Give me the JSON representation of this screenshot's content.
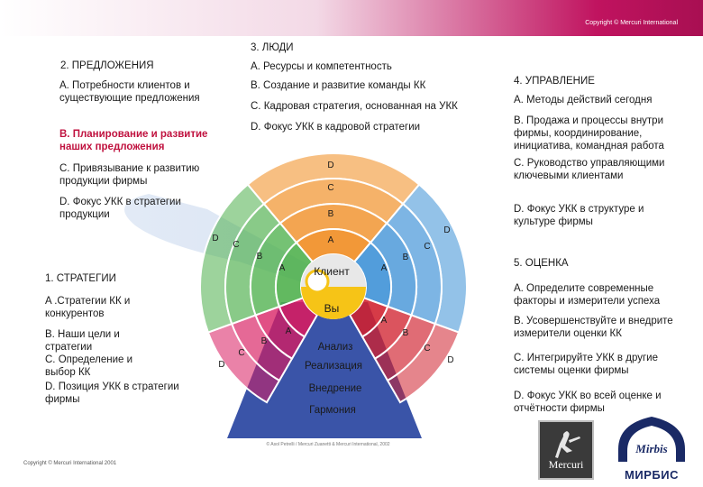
{
  "copyright_top": "Copyright © Mercuri International",
  "copyright_bottom": "Copyright © Mercuri International 2001",
  "footer_credit": "© Asol Petrelli / Mercuri Zuanetti & Mercuri International, 2002",
  "people": {
    "title": "3. ЛЮДИ",
    "a": "A. Ресурсы и компетентность",
    "b": "B. Создание и развитие команды КК",
    "c": "C. Кадровая стратегия, основанная на УКК",
    "d": "D. Фокус УКК в кадровой стратегии"
  },
  "offers": {
    "title": "2. ПРЕДЛОЖЕНИЯ",
    "a": "A. Потребности клиентов и существующие предложения",
    "b": "B. Планирование и развитие наших предложения",
    "c": "C. Привязывание к развитию продукции фирмы",
    "d": "D. Фокус УКК в стратегии продукции"
  },
  "strategy": {
    "title": "1. СТРАТЕГИИ",
    "a": "A .Стратегии КК и конкурентов",
    "b": "B. Наши цели и стратегии",
    "c": "C. Определение и выбор КК",
    "d": "D. Позиция УКК в стратегии фирмы"
  },
  "management": {
    "title": "4. УПРАВЛЕНИЕ",
    "a": "A. Методы действий сегодня",
    "b": "B. Продажа и процессы внутри фирмы, координирование, инициатива, командная работа",
    "c": "C. Руководство управляющими ключевыми клиентами",
    "d": "D. Фокус УКК в структуре и культуре фирмы"
  },
  "evaluation": {
    "title": "5. ОЦЕНКА",
    "a": "A. Определите современные факторы и измерители успеха",
    "b": "B. Усовершенствуйте и внедрите измерители оценки КК",
    "c": "C. Интегрируйте УКК в другие системы оценки фирмы",
    "d": "D. Фокус УКК во всей оценке и отчётности фирмы"
  },
  "wheel": {
    "center_top": "Клиент",
    "center_bottom": "Вы",
    "stage1": "Анализ",
    "stage2": "Реализация",
    "stage3": "Внедрение",
    "stage4": "Гармония",
    "ring_letters": {
      "top": [
        "D",
        "C",
        "B",
        "A"
      ],
      "left": [
        "D",
        "C",
        "B",
        "A"
      ],
      "right": [
        "D",
        "C",
        "B",
        "A"
      ],
      "lower_left": [
        "D",
        "C",
        "B",
        "A"
      ],
      "lower_right": [
        "D",
        "C",
        "B",
        "A"
      ]
    }
  },
  "logos": {
    "mercuri": "Mercuri",
    "mirbis_script": "Mirbis",
    "mirbis": "МИРБИС"
  },
  "colors": {
    "brand_magenta": "#c0135f",
    "people_orange": "#f08a1c",
    "offers_green": "#4caf4a",
    "strategy_magenta": "#d81b60",
    "management_blue": "#3a8fd6",
    "evaluation_red": "#d0202e",
    "base_blue": "#3a54a8",
    "highlight_red": "#c0123f"
  }
}
